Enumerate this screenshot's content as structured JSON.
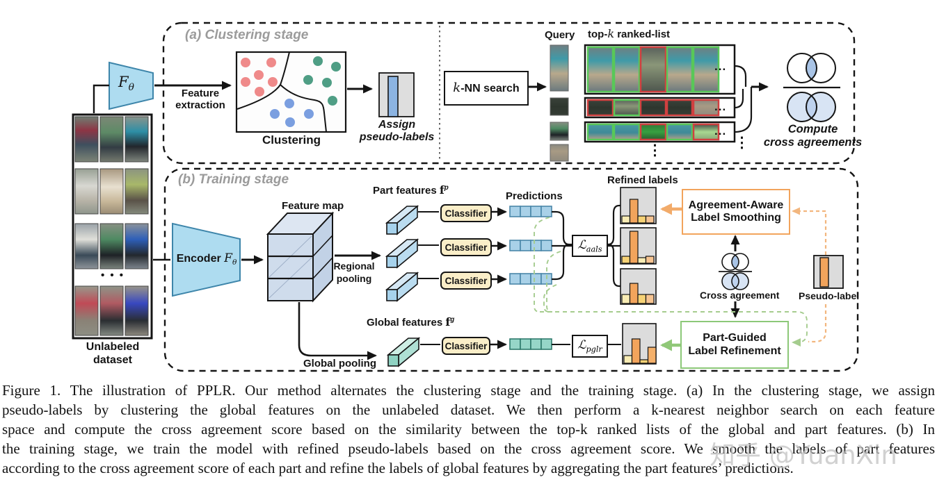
{
  "stage_a": {
    "title": "(a) Clustering stage",
    "feature_extraction": [
      "Feature",
      "extraction"
    ],
    "clustering_label": "Clustering",
    "assign_label": [
      "Assign",
      "pseudo-labels"
    ],
    "knn": {
      "k": "k",
      "rest": "-NN search"
    },
    "query_label": "Query",
    "topk": {
      "prefix": "top-",
      "k": "k",
      "suffix": " ranked-list"
    },
    "compute_label": [
      "Compute",
      "cross agreements"
    ],
    "row_ellipsis": "...",
    "col_ellipsis": "⋮",
    "cluster_dot_counts": {
      "red": 6,
      "green": 5,
      "blue": 4
    },
    "ranked_rows": [
      {
        "border_colors": [
          "green",
          "green",
          "red",
          "green",
          "green"
        ]
      },
      {
        "border_colors": [
          "red",
          "green",
          "red",
          "red",
          "red"
        ]
      },
      {
        "border_colors": [
          "green",
          "green",
          "red",
          "green",
          "red"
        ]
      }
    ]
  },
  "dataset": {
    "label": [
      "Unlabeled",
      "dataset"
    ],
    "ellipsis": "• • •"
  },
  "encoder_top": {
    "symbol": "F",
    "subscript": "θ"
  },
  "stage_b": {
    "title": "(b) Training stage",
    "encoder": {
      "prefix": "Encoder ",
      "symbol": "F",
      "subscript": "θ"
    },
    "feature_map_label": "Feature map",
    "regional_pooling": [
      "Regional",
      "pooling"
    ],
    "global_pooling_label": "Global pooling",
    "part_features": {
      "prefix": "Part features ",
      "symbol": "f",
      "sup": "p"
    },
    "global_features": {
      "prefix": "Global features ",
      "symbol": "f",
      "sup": "g"
    },
    "classifier_label": "Classifier",
    "predictions_label": "Predictions",
    "refined_labels_label": "Refined labels",
    "loss_aals": {
      "symbol": "ℒ",
      "sub": "aals"
    },
    "loss_pglr": {
      "symbol": "ℒ",
      "sub": "pglr"
    },
    "aals_box": [
      "Agreement-Aware",
      "Label Smoothing"
    ],
    "pglr_box": [
      "Part-Guided",
      "Label Refinement"
    ],
    "cross_agreement_label": "Cross agreement",
    "pseudo_label_label": "Pseudo-label",
    "refined_histograms": [
      {
        "bars": [
          10,
          34,
          10,
          10
        ]
      },
      {
        "bars": [
          10,
          46,
          8,
          10
        ]
      },
      {
        "bars": [
          13,
          29,
          13,
          13
        ]
      }
    ],
    "global_histogram": {
      "bars": [
        11,
        35,
        5,
        23
      ]
    },
    "pseudo_label_histogram": {
      "bars": [
        42
      ]
    }
  },
  "caption": {
    "lines": [
      "Figure 1. The illustration of PPLR. Our method alternates the clustering stage and the training stage. (a) In the clustering stage, we assign",
      "pseudo-labels by clustering the global features on the unlabeled dataset.  We then perform a k-nearest neighbor search on each feature",
      "space and compute the cross agreement score based on the similarity between the top-k ranked lists of the global and part features. (b) In",
      "the training stage, we train the model with refined pseudo-labels based on the cross agreement score. We smooth the labels of part features",
      "according to the cross agreement score of each part and refine the labels of global features by aggregating the part features’ predictions."
    ]
  },
  "watermark": "知乎 @YuanXin",
  "colors": {
    "stage_title_gray": "#9b9b9b",
    "encoder_fill": "#aedcf0",
    "classifier_fill": "#faeec8",
    "prediction_blue": "#a9d1e8",
    "prediction_teal": "#96d6c8",
    "refined_gray": "#dcdcdc",
    "orange_accent": "#f2a45c",
    "green_accent": "#8cc878",
    "venn_intersection_blue": "#a9c4e6",
    "venn_light_blue": "#d8e4f4",
    "cluster_red": "#ef8a8a",
    "cluster_green": "#4f9e85",
    "cluster_blue": "#7b9fe0",
    "rank_border_green": "#58c858",
    "rank_border_red": "#d04040"
  }
}
